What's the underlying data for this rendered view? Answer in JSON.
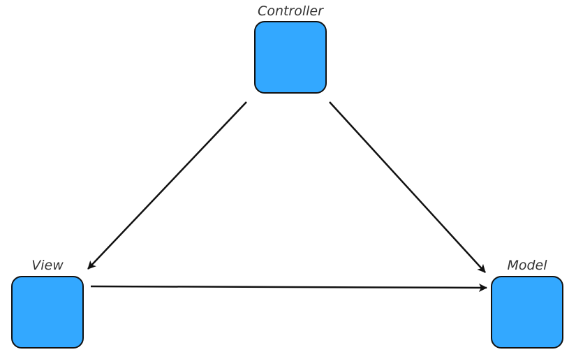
{
  "diagram": {
    "nodes": {
      "controller": {
        "label": "Controller"
      },
      "view": {
        "label": "View"
      },
      "model": {
        "label": "Model"
      }
    },
    "edges": [
      {
        "from": "controller",
        "to": "view"
      },
      {
        "from": "controller",
        "to": "model"
      },
      {
        "from": "view",
        "to": "model"
      }
    ]
  },
  "colors": {
    "node_fill": "#33a8ff",
    "node_stroke": "#111111",
    "arrow": "#111111"
  }
}
